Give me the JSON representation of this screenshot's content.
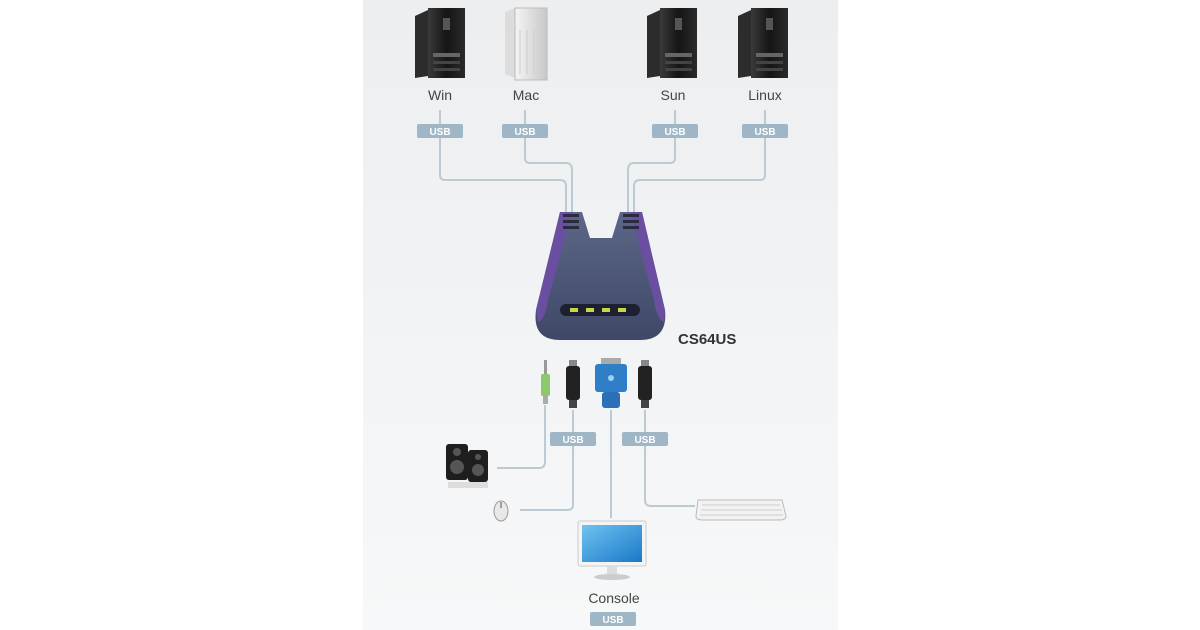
{
  "computers": [
    {
      "label": "Win",
      "port": "USB"
    },
    {
      "label": "Mac",
      "port": "USB"
    },
    {
      "label": "Sun",
      "port": "USB"
    },
    {
      "label": "Linux",
      "port": "USB"
    }
  ],
  "switch": {
    "model": "CS64US"
  },
  "console": {
    "label": "Console",
    "port": "USB",
    "mouse_port": "USB",
    "keyboard_port": "USB"
  },
  "colors": {
    "panel": "#eeeff1",
    "badge": "#9fb6c6",
    "wire": "#bccbd3",
    "switch_body": "#4f5a78",
    "switch_accent": "#6a4fa0",
    "vga": "#2f7fc8"
  }
}
